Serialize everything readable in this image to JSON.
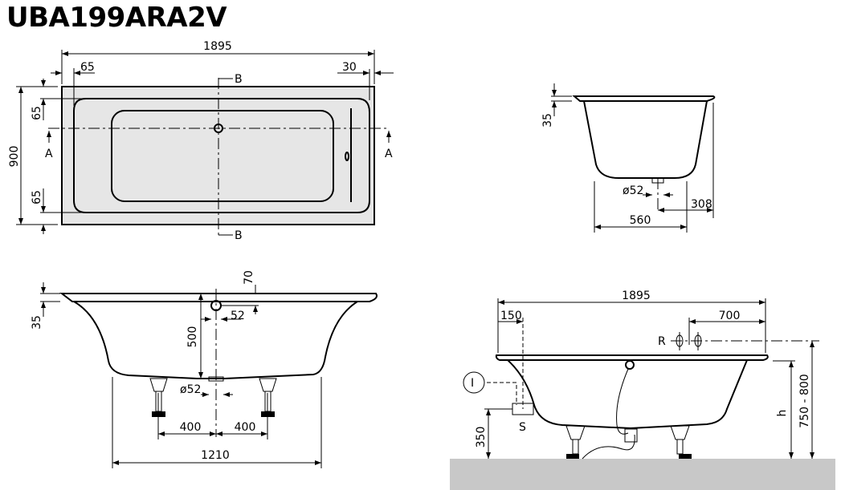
{
  "title": "UBA199ARA2V",
  "colors": {
    "tub_fill": "#e6e6e6",
    "floor": "#c8c8c8",
    "line": "#000000"
  },
  "top_view": {
    "length": "1895",
    "width": "900",
    "rim_left": "65",
    "rim_right": "30",
    "rim_top": "65",
    "rim_bottom": "65",
    "section_a": "A",
    "section_b": "B"
  },
  "section_b_view": {
    "rim_height": "35",
    "drain_diameter": "ø52",
    "drain_offset": "308",
    "bottom_width": "560"
  },
  "section_a_view": {
    "rim_height": "35",
    "overflow_offset": "70",
    "depth": "500",
    "overflow_diameter": "52",
    "drain_diameter": "ø52",
    "foot_left": "400",
    "foot_right": "400",
    "foot_span": "1210"
  },
  "install_view": {
    "length": "1895",
    "supply_offset": "150",
    "tap_offset": "700",
    "tap_label": "R",
    "height_label": "h",
    "install_height": "750 - 800",
    "supply_height": "350",
    "supply_label": "S",
    "inlet_marker": "I"
  }
}
